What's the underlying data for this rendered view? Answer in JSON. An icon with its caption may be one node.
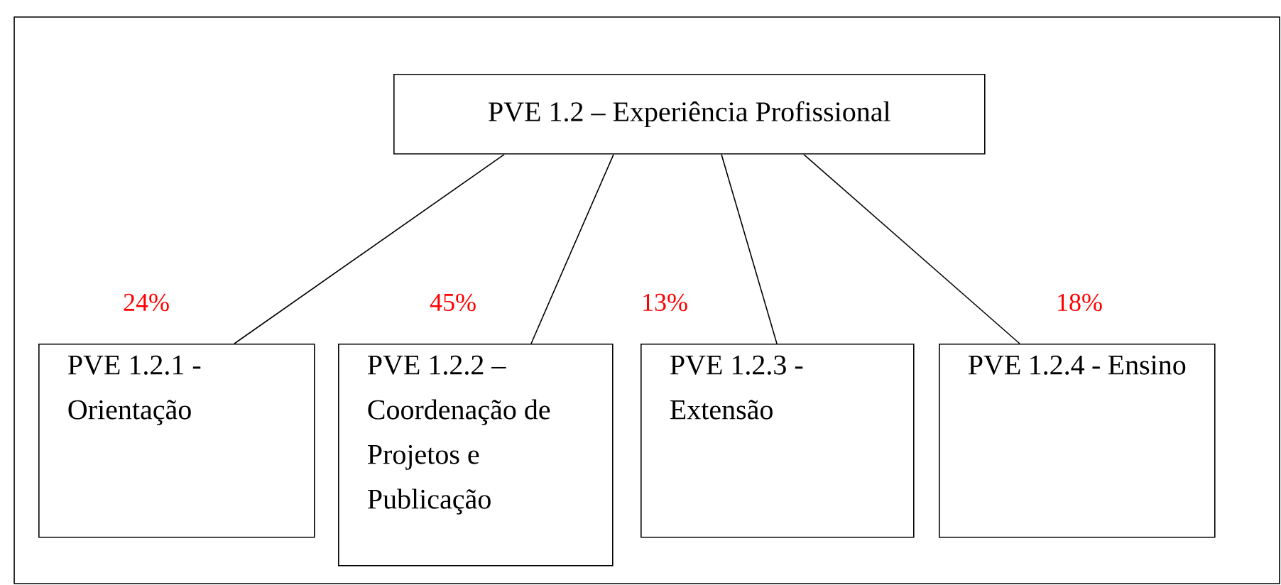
{
  "diagram": {
    "nodes": [
      {
        "text": [
          "PVE 1.2 – Experiência Profissional"
        ]
      },
      {
        "text": [
          "PVE 1.2.1 - Orientação"
        ],
        "beside": [
          "24%"
        ]
      },
      {
        "text": [
          "PVE 1.2.2 – Coordenação de Projetos e Publicação"
        ],
        "beside": [
          "45%"
        ]
      },
      {
        "text": [
          "PVE 1.2.3 - Extensão"
        ],
        "beside": [
          "13%"
        ]
      },
      {
        "text": [
          "PVE 1.2.4 - Ensino"
        ],
        "beside": [
          "18%"
        ]
      }
    ],
    "edges": [
      {
        "from": 0,
        "to": 1,
        "arrow": "none"
      },
      {
        "from": 0,
        "to": 2,
        "arrow": "none"
      },
      {
        "from": 0,
        "to": 3,
        "arrow": "none"
      },
      {
        "from": 0,
        "to": 4,
        "arrow": "none"
      }
    ]
  }
}
